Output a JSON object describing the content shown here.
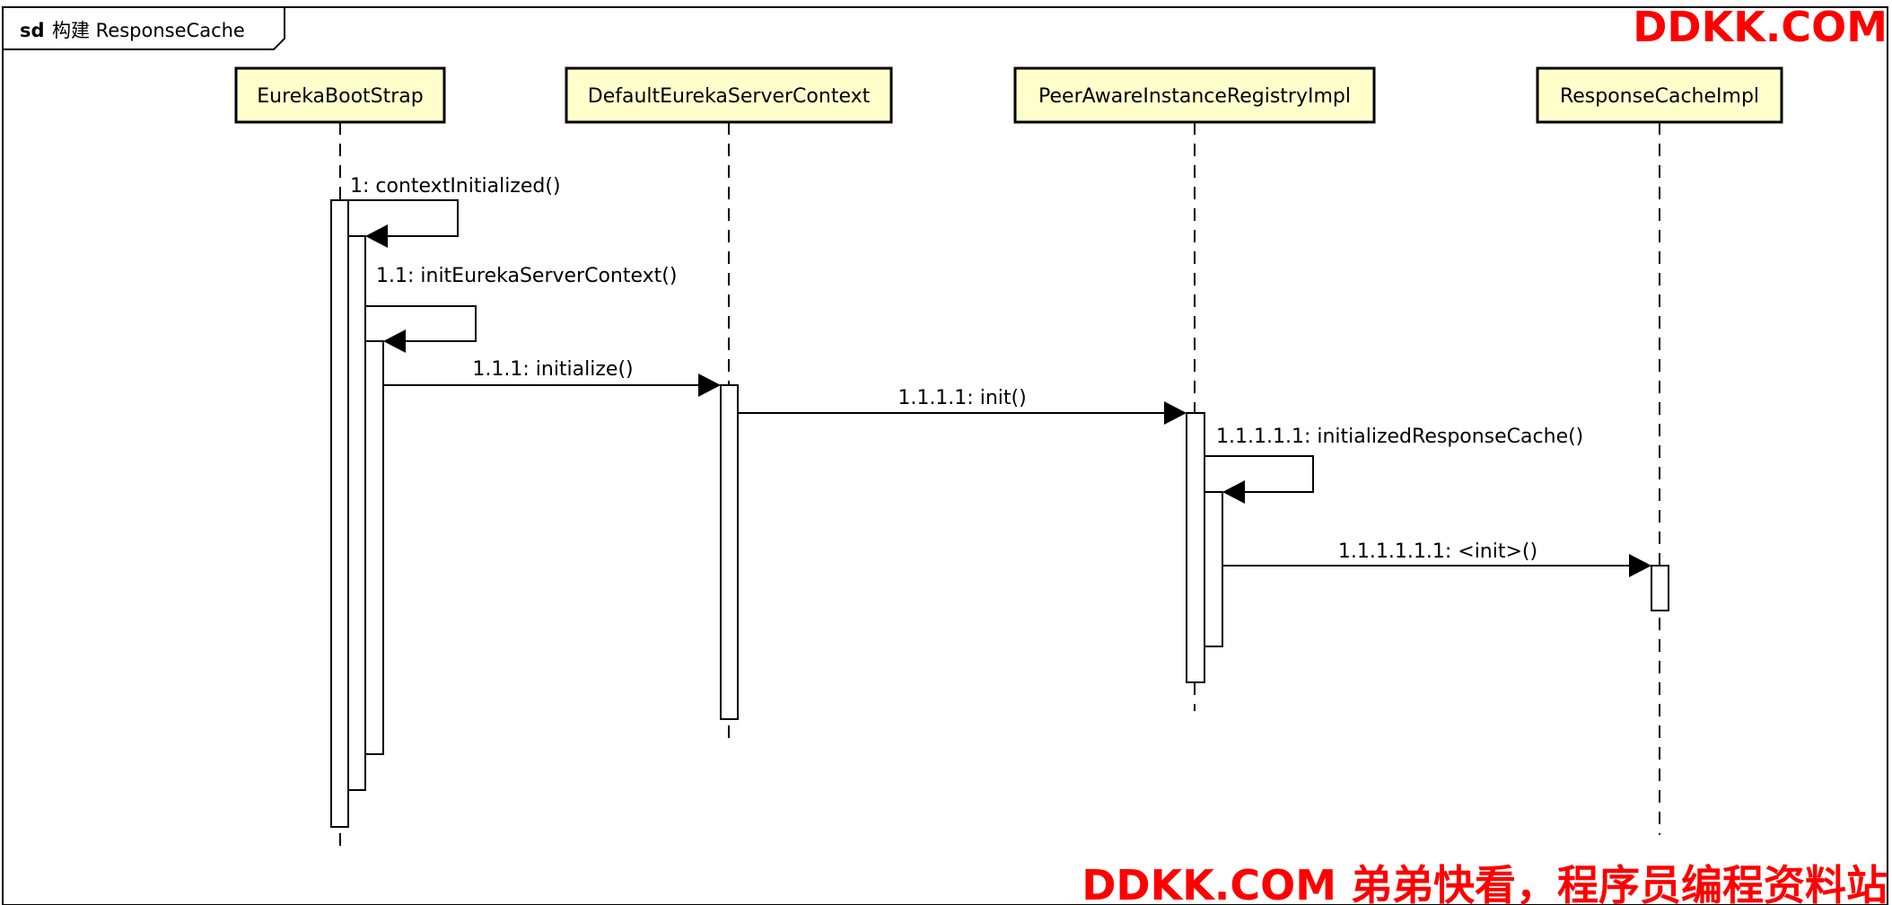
{
  "frame": {
    "keyword": "sd",
    "name": "构建 ResponseCache"
  },
  "lifelines": [
    {
      "id": "eureka-bootstrap",
      "label": "EurekaBootStrap"
    },
    {
      "id": "default-eureka-server-context",
      "label": "DefaultEurekaServerContext"
    },
    {
      "id": "peer-aware-instance-registry-impl",
      "label": "PeerAwareInstanceRegistryImpl"
    },
    {
      "id": "response-cache-impl",
      "label": "ResponseCacheImpl"
    }
  ],
  "messages": [
    {
      "label": "1: contextInitialized()",
      "from": 0,
      "to": 0
    },
    {
      "label": "1.1: initEurekaServerContext()",
      "from": 0,
      "to": 0
    },
    {
      "label": "1.1.1: initialize()",
      "from": 0,
      "to": 1
    },
    {
      "label": "1.1.1.1: init()",
      "from": 1,
      "to": 2
    },
    {
      "label": "1.1.1.1.1: initializedResponseCache()",
      "from": 2,
      "to": 2
    },
    {
      "label": "1.1.1.1.1.1: <init>()",
      "from": 2,
      "to": 3
    }
  ],
  "watermarks": {
    "top": "DDKK.COM",
    "bottom": "DDKK.COM 弟弟快看，程序员编程资料站"
  },
  "colors": {
    "lifeline_fill": "#ffffcc",
    "watermark": "#ff0000",
    "line": "#000000"
  }
}
